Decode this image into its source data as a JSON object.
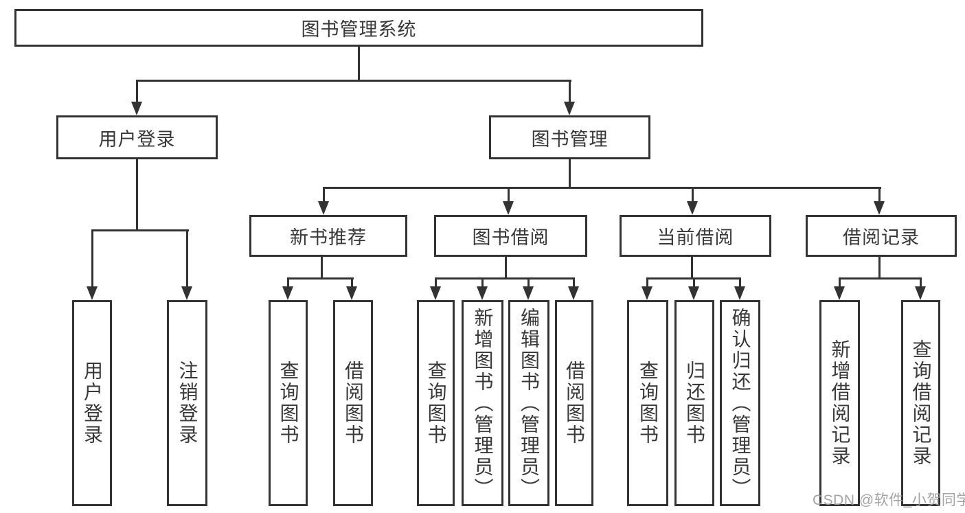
{
  "diagram": {
    "root": "图书管理系统",
    "user_login": {
      "label": "用户登录",
      "children": [
        "用户登录",
        "注销登录"
      ]
    },
    "book_management": {
      "label": "图书管理",
      "sections": [
        {
          "label": "新书推荐",
          "children": [
            "查询图书",
            "借阅图书"
          ]
        },
        {
          "label": "图书借阅",
          "children": [
            "查询图书",
            "新增图书（管理员）",
            "编辑图书（管理员）",
            "借阅图书"
          ]
        },
        {
          "label": "当前借阅",
          "children": [
            "查询图书",
            "归还图书",
            "确认归还（管理员）"
          ]
        },
        {
          "label": "借阅记录",
          "children": [
            "新增借阅记录",
            "查询借阅记录"
          ]
        }
      ]
    }
  },
  "watermark": "CSDN @软件_小贺同学",
  "colors": {
    "line": "#333333",
    "text": "#383838",
    "watermark": "#9e9e9e",
    "background": "#ffffff"
  }
}
